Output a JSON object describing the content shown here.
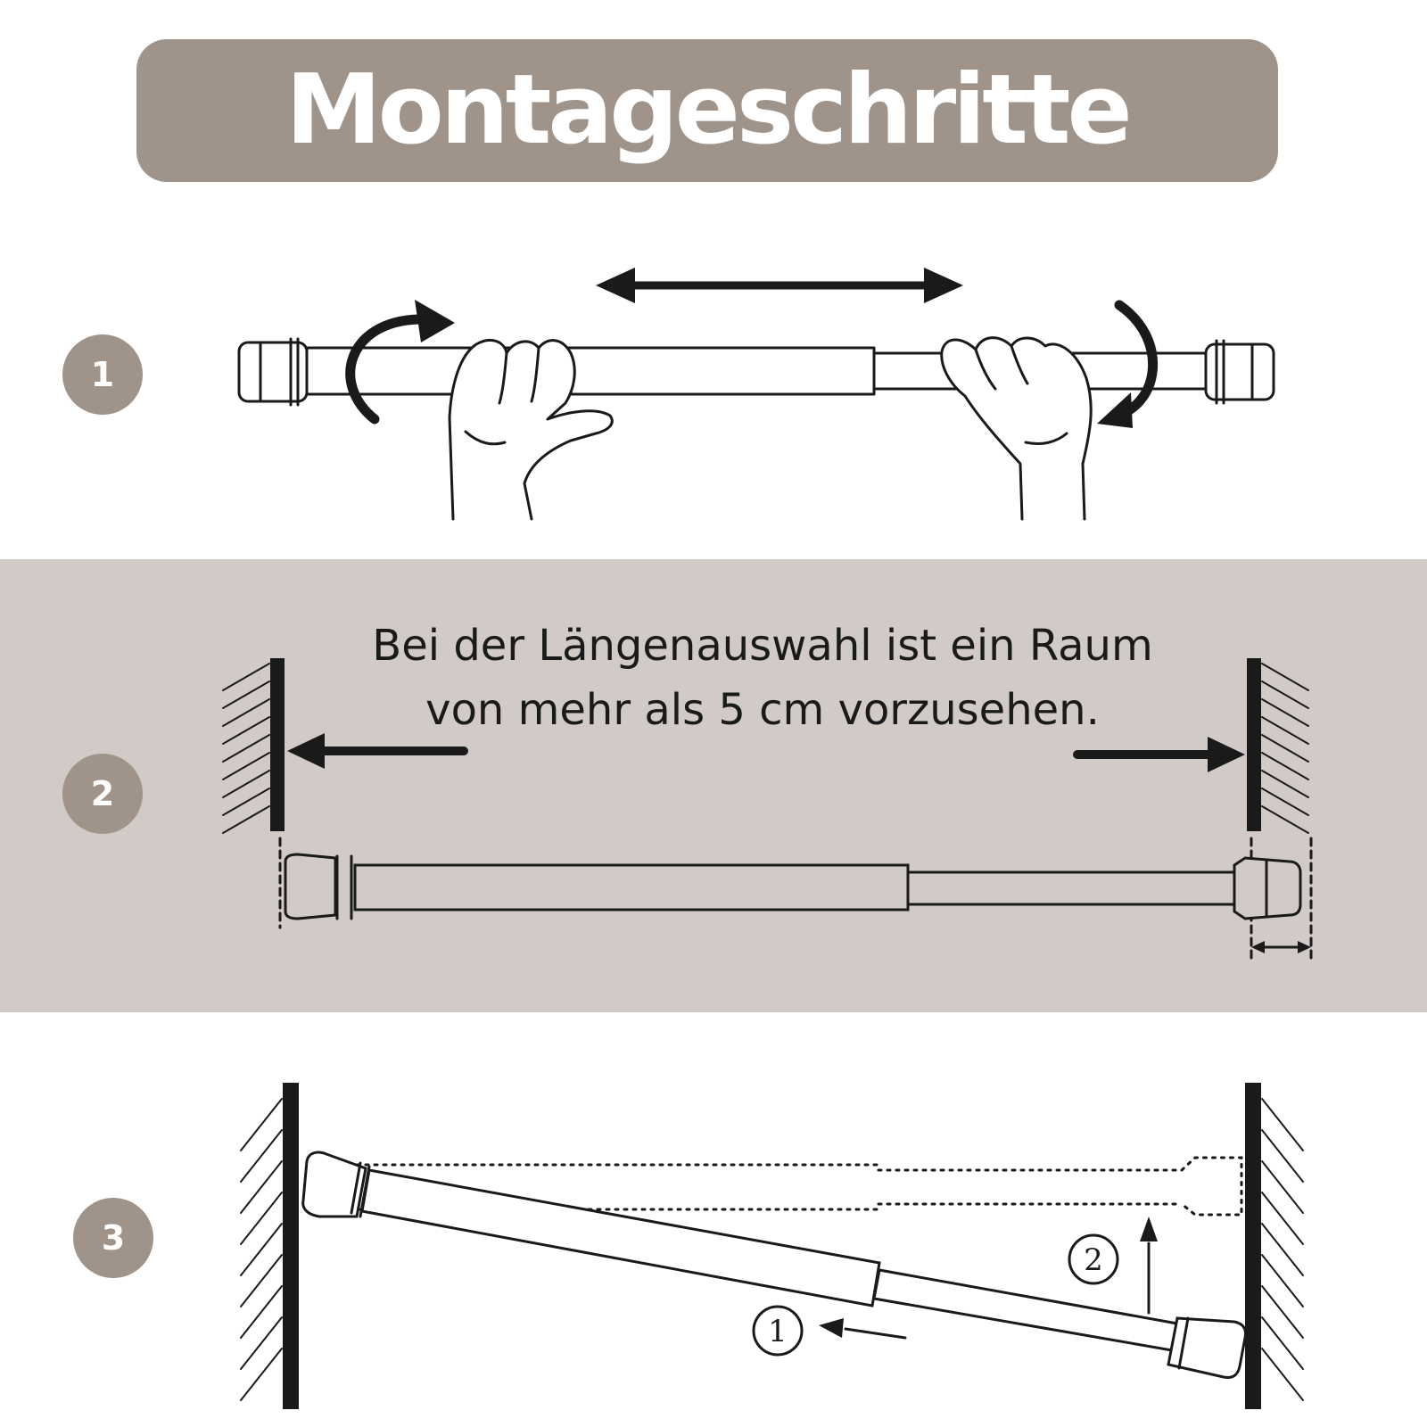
{
  "title": "Montageschritte",
  "steps": [
    {
      "number": "1"
    },
    {
      "number": "2",
      "text_line1": "Bei der Längenauswahl ist ein Raum",
      "text_line2": "von mehr als 5 cm vorzusehen."
    },
    {
      "number": "3",
      "marker_1": "1",
      "marker_2": "2"
    }
  ],
  "colors": {
    "banner": "#a09389",
    "band": "#d1cac6",
    "ink": "#1a1a1a"
  },
  "icons": [
    "rotate-arrow-icon",
    "double-arrow-icon",
    "hand-icon",
    "wall-icon",
    "tension-rod-icon"
  ]
}
